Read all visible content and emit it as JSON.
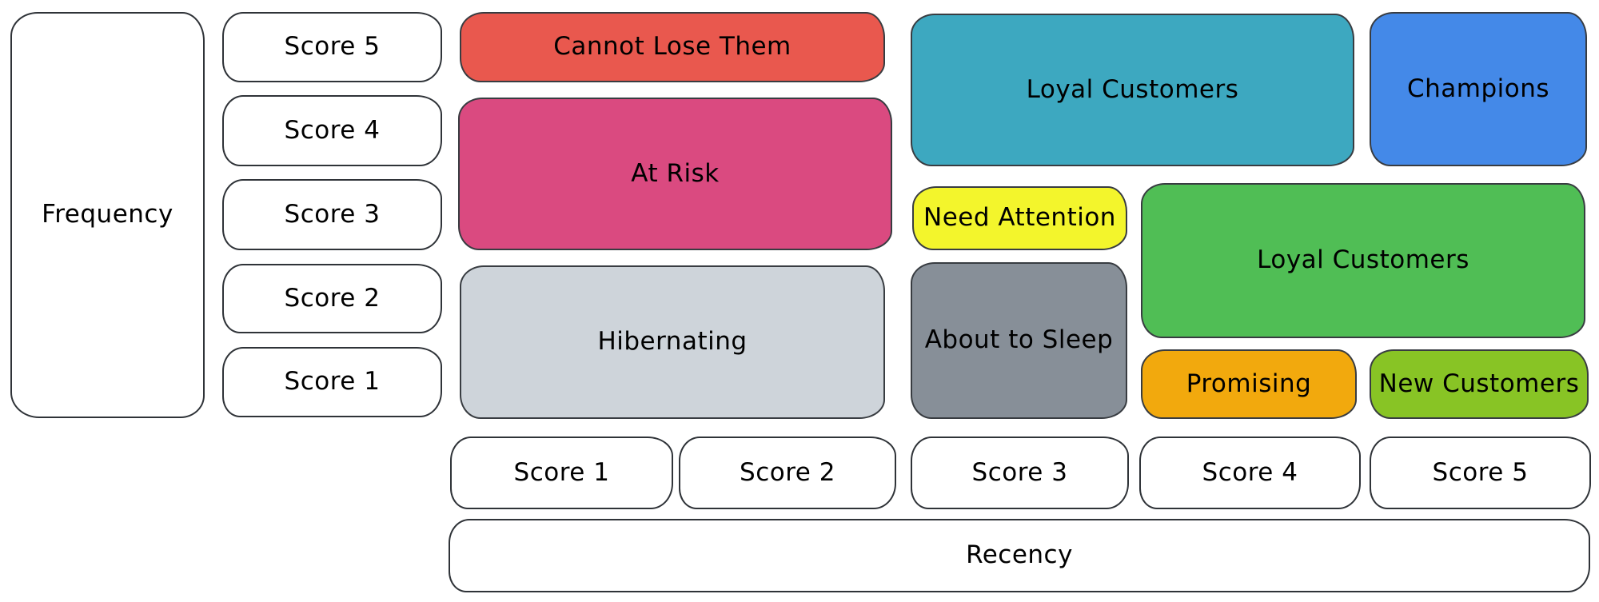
{
  "diagram": {
    "frequency_axis": {
      "label": "Frequency",
      "scores": [
        {
          "label": "Score 5"
        },
        {
          "label": "Score 4"
        },
        {
          "label": "Score 3"
        },
        {
          "label": "Score 2"
        },
        {
          "label": "Score 1"
        }
      ]
    },
    "recency_axis": {
      "label": "Recency",
      "scores": [
        {
          "label": "Score 1"
        },
        {
          "label": "Score 2"
        },
        {
          "label": "Score 3"
        },
        {
          "label": "Score 4"
        },
        {
          "label": "Score 5"
        }
      ]
    },
    "segments": [
      {
        "id": "cannot-lose-them",
        "label": "Cannot Lose Them",
        "color": "#e9584e"
      },
      {
        "id": "at-risk",
        "label": "At Risk",
        "color": "#da4a80"
      },
      {
        "id": "hibernating",
        "label": "Hibernating",
        "color": "#ced4da"
      },
      {
        "id": "loyal-customers-top",
        "label": "Loyal Customers",
        "color": "#3da8c0"
      },
      {
        "id": "champions",
        "label": "Champions",
        "color": "#4489e8"
      },
      {
        "id": "need-attention",
        "label": "Need Attention",
        "color": "#f3f52c"
      },
      {
        "id": "loyal-customers-mid",
        "label": "Loyal Customers",
        "color": "#50be55"
      },
      {
        "id": "about-to-sleep",
        "label": "About to Sleep",
        "color": "#878f98"
      },
      {
        "id": "promising",
        "label": "Promising",
        "color": "#f2a90d"
      },
      {
        "id": "new-customers",
        "label": "New Customers",
        "color": "#88c425"
      }
    ]
  }
}
